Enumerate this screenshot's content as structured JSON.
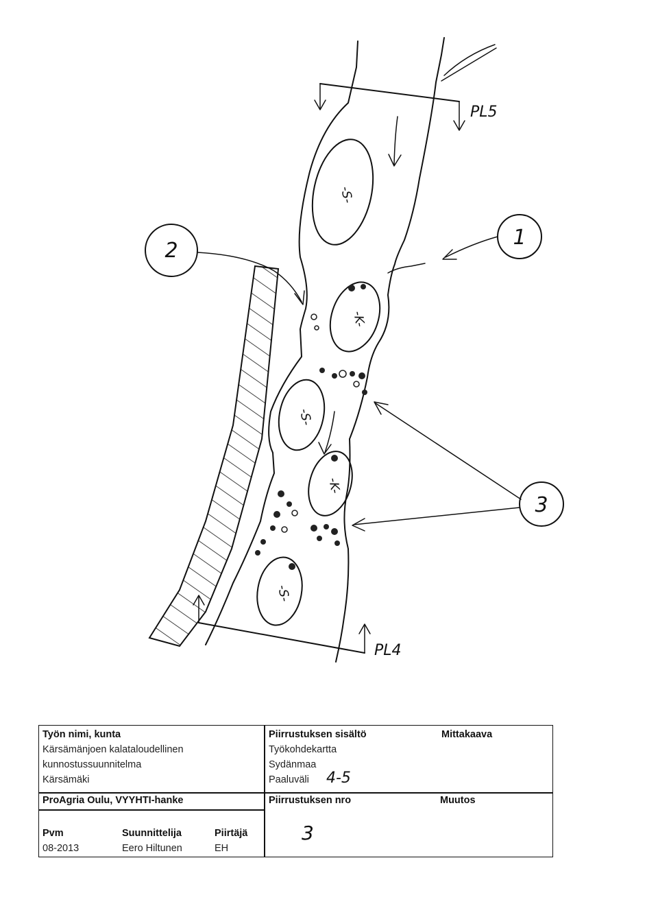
{
  "diagram": {
    "profile_top": "PL5",
    "profile_bottom": "PL4",
    "callout_1": "1",
    "callout_2": "2",
    "callout_3": "3",
    "zones": [
      {
        "label": "-S-"
      },
      {
        "label": "-K-"
      },
      {
        "label": "-S-"
      },
      {
        "label": "-K-"
      },
      {
        "label": "-S-"
      }
    ]
  },
  "title_block": {
    "project_heading": "Työn nimi, kunta",
    "project_line1": "Kärsämänjoen kalataloudellinen",
    "project_line2": "kunnostussuunnitelma",
    "project_line3": "Kärsämäki",
    "organization": "ProAgria Oulu, VYYHTI-hanke",
    "contents_heading": "Piirrustuksen sisältö",
    "contents_line1": "Työkohdekartta",
    "contents_line2": "Sydänmaa",
    "contents_line3_label": "Paaluväli",
    "contents_line3_value": "4-5",
    "scale_heading": "Mittakaava",
    "drawing_no_heading": "Piirrustuksen nro",
    "drawing_no_value": "3",
    "revision_heading": "Muutos",
    "date_heading": "Pvm",
    "date_value": "08-2013",
    "designer_heading": "Suunnittelija",
    "designer_value": "Eero Hiltunen",
    "drafter_heading": "Piirtäjä",
    "drafter_value": "EH"
  }
}
